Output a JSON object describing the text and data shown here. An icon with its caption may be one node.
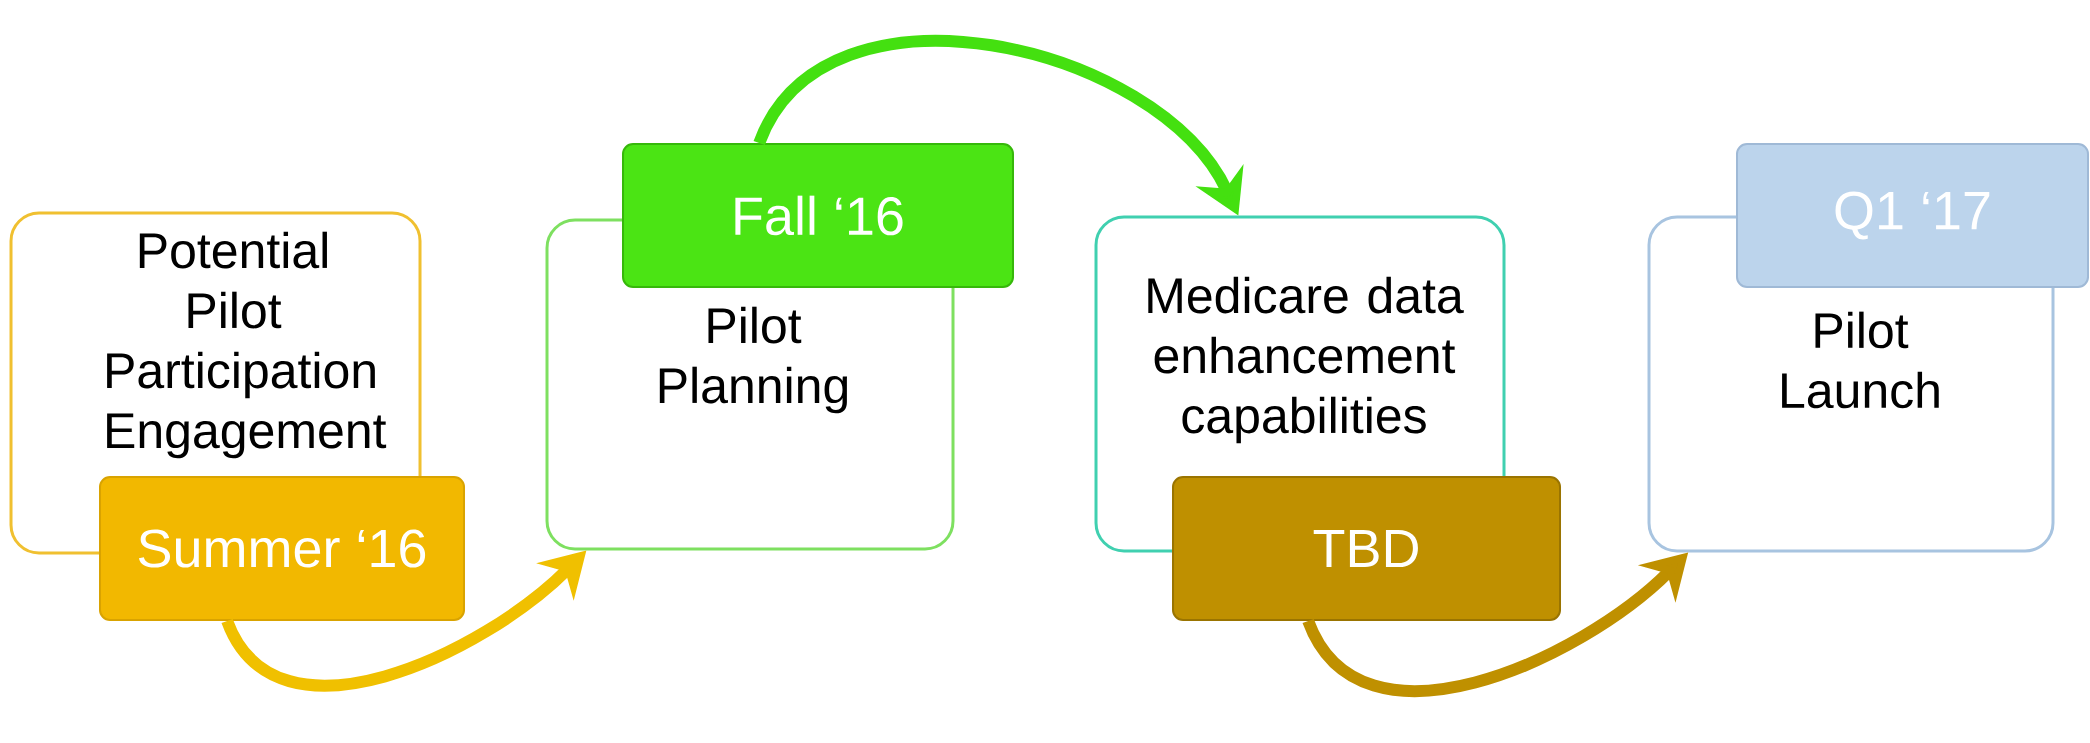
{
  "diagram": {
    "nodes": [
      {
        "text": [
          "Potential Pilot Participation Engagement"
        ]
      },
      {
        "text": [
          "Summer ‘16"
        ]
      },
      {
        "text": [
          "Pilot Planning"
        ]
      },
      {
        "text": [
          "Fall ‘16"
        ]
      },
      {
        "text": [
          "Medicare data enhancement capabilities"
        ]
      },
      {
        "text": [
          "TBD"
        ]
      },
      {
        "text": [
          "Pilot Launch"
        ]
      },
      {
        "text": [
          "Q1 ‘17"
        ]
      }
    ],
    "edges": [
      {
        "from": 1,
        "to": 2,
        "arrow": "to",
        "color": "#f0c000"
      },
      {
        "from": 3,
        "to": 4,
        "arrow": "to",
        "color": "#44e010"
      },
      {
        "from": 5,
        "to": 6,
        "arrow": "to",
        "color": "#bf9000"
      }
    ]
  }
}
